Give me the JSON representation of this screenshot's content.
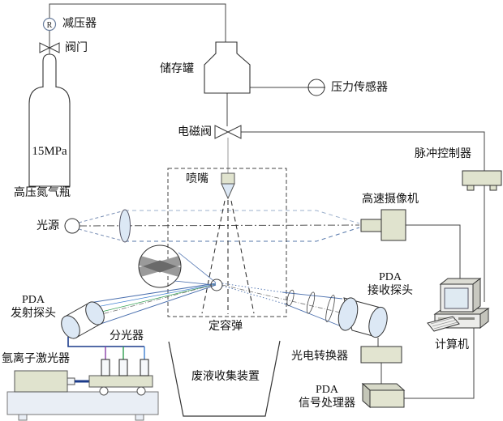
{
  "gas_supply": {
    "reducer_symbol": "R",
    "reducer": "减压器",
    "valve": "阀门",
    "cylinder_pressure": "15MPa",
    "cylinder": "高压氮气瓶",
    "tank": "储存罐",
    "pressure_sensor": "压力传感器",
    "solenoid_valve": "电磁阀"
  },
  "injection": {
    "nozzle": "喷嘴",
    "chamber": "定容弹",
    "waste_collector": "废液收集装置"
  },
  "imaging": {
    "light_source": "光源",
    "camera": "高速摄像机",
    "pulse_controller": "脉冲控制器",
    "computer": "计算机"
  },
  "pda": {
    "transmitter_line1": "PDA",
    "transmitter_line2": "发射探头",
    "splitter": "分光器",
    "laser": "氩离子激光器",
    "receiver_line1": "PDA",
    "receiver_line2": "接收探头",
    "converter": "光电转换器",
    "processor_line1": "PDA",
    "processor_line2": "信号处理器"
  },
  "colors": {
    "device_box_fill": "#e0e3ce",
    "optics_blue_fill": "#dce8f5",
    "bench_fill": "#e9eef5",
    "beam_blue": "#4a6fae",
    "beam_light_blue": "#9db1cc",
    "fiber_purple": "#8a3fa8",
    "fiber_green": "#2e9e4f",
    "fiber_blue": "#3f7fd0",
    "bus_navy": "#1a3a8a"
  }
}
